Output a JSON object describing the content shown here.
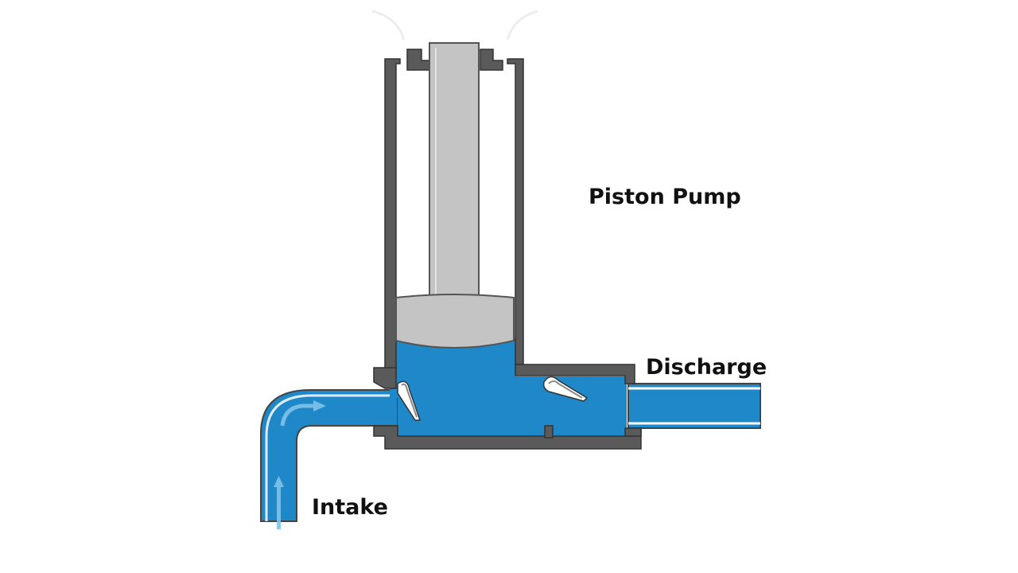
{
  "diagram": {
    "title": "Piston Pump",
    "labels": {
      "discharge": "Discharge",
      "intake": "Intake"
    }
  },
  "colors": {
    "water": "#1E88C8",
    "water_light": "#7FC3EA",
    "wall": "#5A5A5A",
    "piston": "#C4C4C4",
    "background": "#FFFFFF"
  },
  "icons": [
    "intake-valve-icon",
    "discharge-valve-icon",
    "flow-arrow-icon"
  ]
}
